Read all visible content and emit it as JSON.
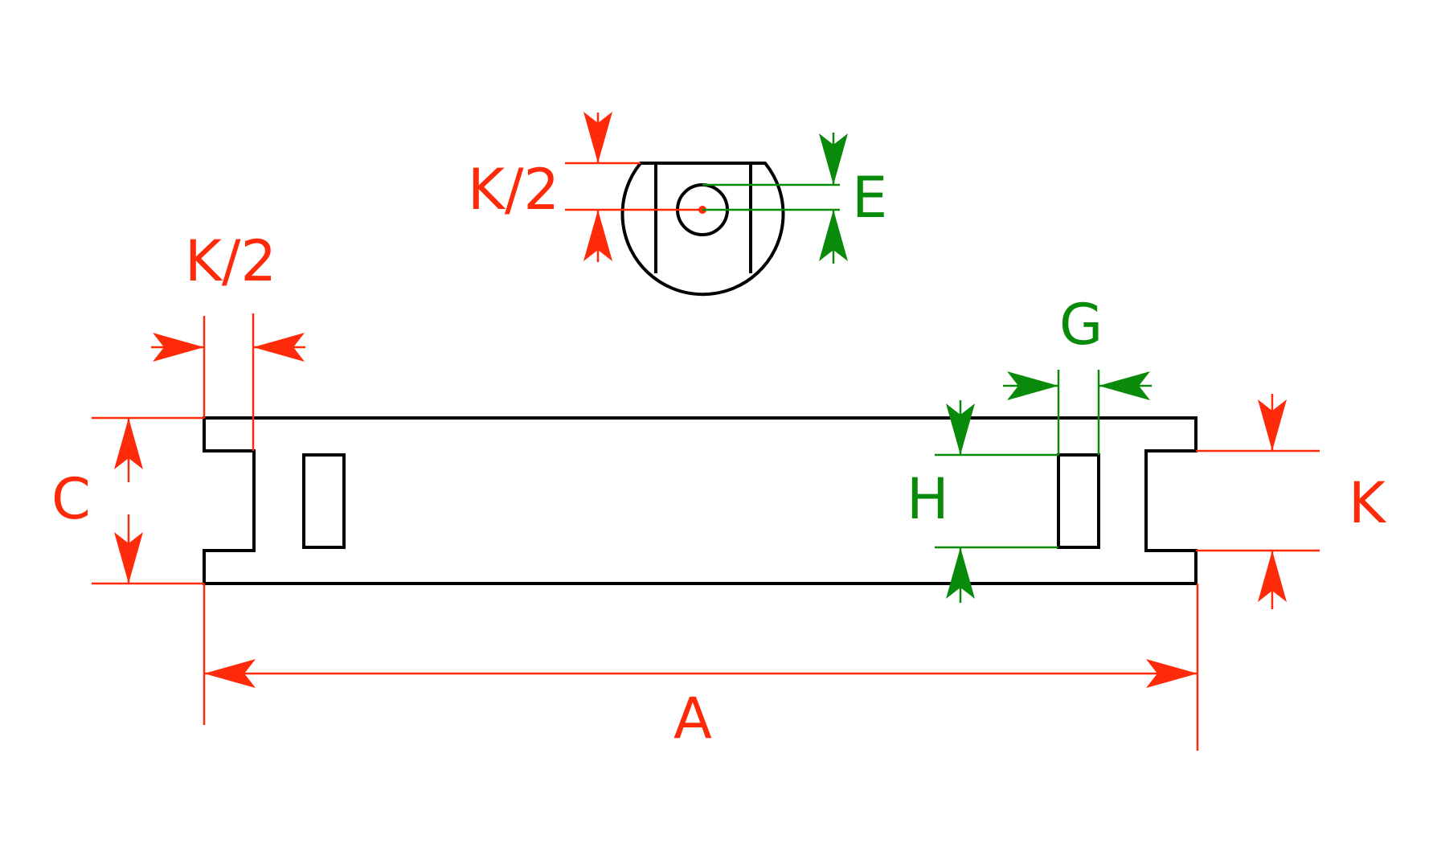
{
  "labels": {
    "k_half_left": "K/2",
    "k_half_top": "K/2",
    "e": "E",
    "g": "G",
    "c": "C",
    "h": "H",
    "k": "K",
    "a": "A"
  },
  "colors": {
    "dimension_red": "#ff2a0a",
    "dimension_green": "#0a8a0a",
    "outline": "#000000"
  }
}
